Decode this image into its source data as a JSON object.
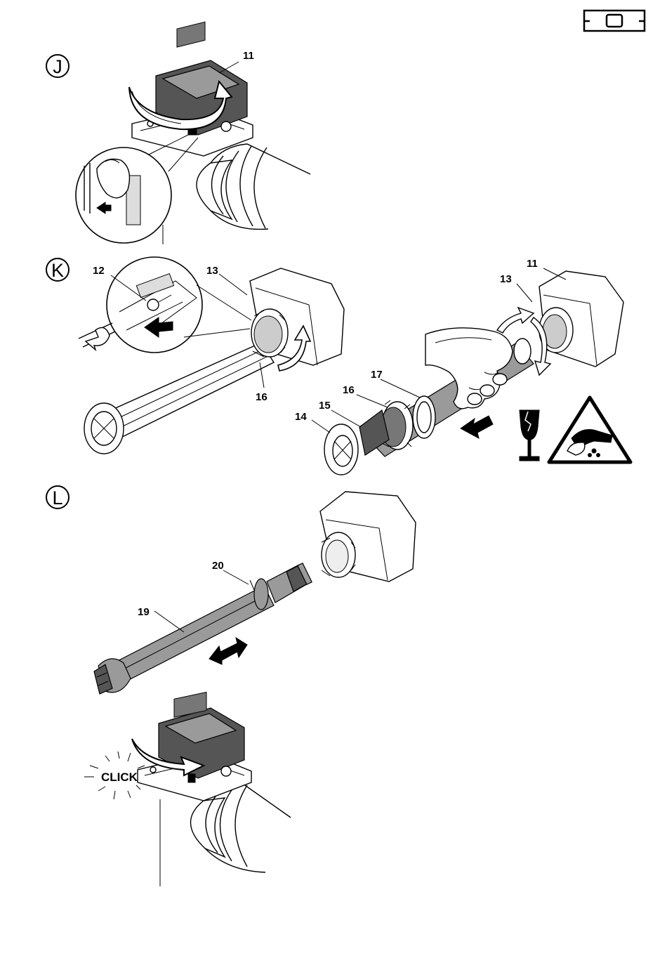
{
  "header": {
    "badge_icon": "square-in-rectangle-icon"
  },
  "steps": [
    {
      "letter": "J",
      "callouts": [
        "11"
      ]
    },
    {
      "letter": "K",
      "callouts": [
        "12",
        "13",
        "16",
        "11",
        "13",
        "17",
        "16",
        "15",
        "14"
      ]
    },
    {
      "letter": "L",
      "callouts": [
        "20",
        "19"
      ]
    }
  ],
  "click_text": "CLICK",
  "warning_icons": [
    "fragile-glass-icon",
    "corrosive-hazard-triangle-icon"
  ],
  "colors": {
    "ink": "#000000",
    "tube": "#9a9a9a",
    "dark": "#555555"
  }
}
